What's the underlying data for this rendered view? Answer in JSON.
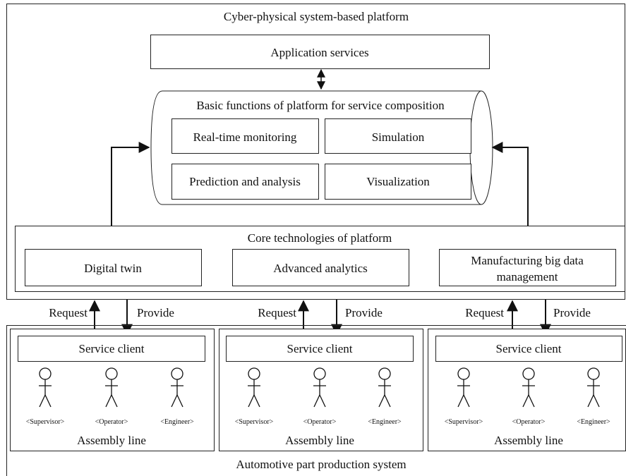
{
  "platform": {
    "title": "Cyber-physical system-based platform",
    "application_services": "Application services",
    "basic_functions": {
      "title": "Basic functions of platform for service composition",
      "items": [
        "Real-time monitoring",
        "Simulation",
        "Prediction and analysis",
        "Visualization"
      ]
    },
    "core_technologies": {
      "title": "Core technologies of platform",
      "items": [
        {
          "line1": "Digital twin",
          "line2": ""
        },
        {
          "line1": "Advanced analytics",
          "line2": ""
        },
        {
          "line1": "Manufacturing big data",
          "line2": "management"
        }
      ]
    }
  },
  "links": {
    "request": "Request",
    "provide": "Provide"
  },
  "lines": [
    {
      "client": "Service client",
      "roles": [
        "<Supervisor>",
        "<Operator>",
        "<Engineer>"
      ],
      "label": "Assembly line"
    },
    {
      "client": "Service client",
      "roles": [
        "<Supervisor>",
        "<Operator>",
        "<Engineer>"
      ],
      "label": "Assembly line"
    },
    {
      "client": "Service client",
      "roles": [
        "<Supervisor>",
        "<Operator>",
        "<Engineer>"
      ],
      "label": "Assembly line"
    }
  ],
  "production_system": {
    "label": "Automotive part production system"
  }
}
